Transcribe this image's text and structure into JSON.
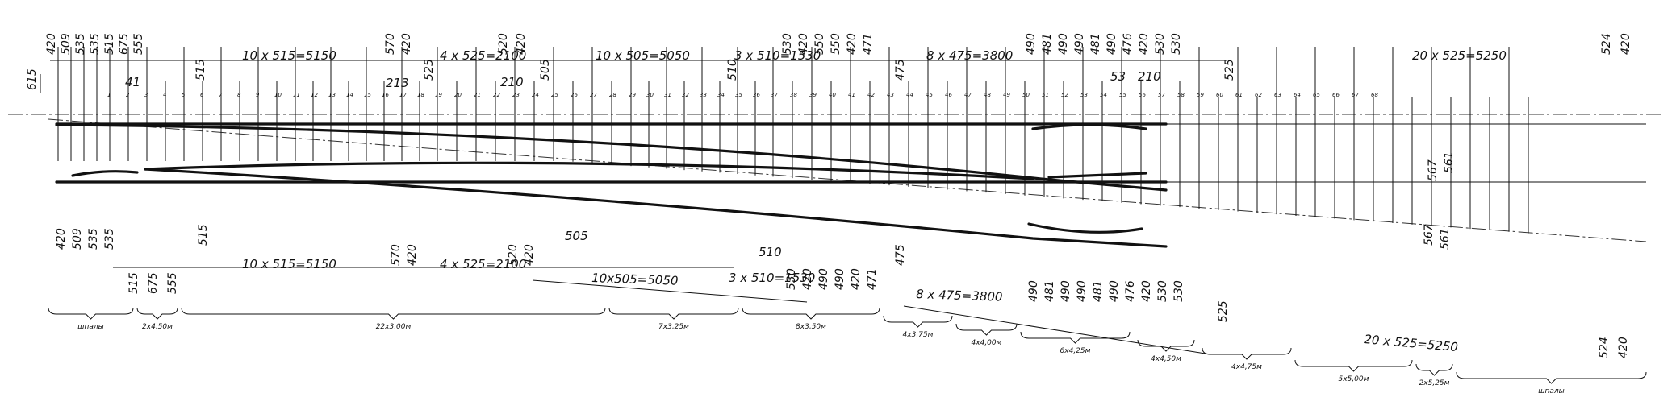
{
  "top_dims": {
    "h_labels": [
      "10 x 515=5150",
      "4 x 525=2100",
      "10 x 505=5050",
      "3 x 510=1530",
      "8 x 475=3800",
      "20 x 525=5250"
    ],
    "v_left": [
      "420",
      "509",
      "535",
      "535",
      "515",
      "675",
      "555"
    ],
    "v_mid1": [
      "570",
      "420"
    ],
    "v_mid2": [
      "520",
      "420"
    ],
    "v_right1": [
      "530",
      "420",
      "550",
      "550",
      "420",
      "471"
    ],
    "v_right2": [
      "490",
      "481",
      "490",
      "490",
      "481",
      "490",
      "476",
      "420",
      "530",
      "530"
    ],
    "v_end": [
      "524",
      "420"
    ],
    "small": [
      "615",
      "41",
      "515",
      "213",
      "525",
      "210",
      "505",
      "510",
      "475",
      "53",
      "210",
      "525"
    ]
  },
  "bottom_dims": {
    "h_labels": [
      "10 x 515=5150",
      "4 x 525=2100",
      "10x505=5050",
      "3 x 510=1530",
      "8 x 475=3800",
      "20 x 525=5250"
    ],
    "v_left": [
      "420",
      "509",
      "535",
      "535"
    ],
    "v_start": [
      "515",
      "675",
      "555"
    ],
    "v_mid1": [
      "570",
      "420"
    ],
    "v_mid2": [
      "520",
      "420"
    ],
    "v_right1": [
      "530",
      "420",
      "490",
      "490",
      "420",
      "471"
    ],
    "v_right2": [
      "490",
      "481",
      "490",
      "490",
      "481",
      "490",
      "476",
      "420",
      "530",
      "530"
    ],
    "v_end": [
      "524",
      "420"
    ],
    "small": [
      "515",
      "505",
      "510",
      "475",
      "525",
      "567",
      "561",
      "567",
      "561"
    ]
  },
  "spacing_groups": [
    "шпалы",
    "2x4,50м",
    "22x3,00м",
    "7x3,25м",
    "8x3,50м",
    "4x3,75м",
    "4x4,00м",
    "6x4,25м",
    "4x4,50м",
    "4x4,75м",
    "5x5,00м",
    "2x5,25м",
    "шпалы"
  ],
  "tie_numbers": [
    "1",
    "2",
    "3",
    "4",
    "5",
    "6",
    "7",
    "8",
    "9",
    "10",
    "11",
    "12",
    "13",
    "14",
    "15",
    "16",
    "17",
    "18",
    "19",
    "20",
    "21",
    "22",
    "23",
    "24",
    "25",
    "26",
    "27",
    "28",
    "29",
    "30",
    "31",
    "32",
    "33",
    "34",
    "35",
    "36",
    "37",
    "38",
    "39",
    "40",
    "41",
    "42",
    "43",
    "44",
    "45",
    "46",
    "47",
    "48",
    "49",
    "50",
    "51",
    "52",
    "53",
    "54",
    "55",
    "56",
    "57",
    "58",
    "59",
    "60",
    "61",
    "62",
    "63",
    "64",
    "65",
    "66",
    "67",
    "68"
  ]
}
